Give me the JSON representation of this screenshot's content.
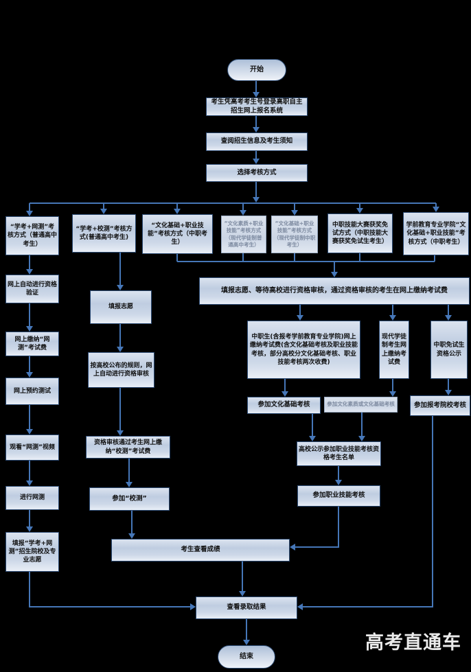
{
  "diagram_title": "高职自主招生网上报名流程图",
  "colors": {
    "background": "#000000",
    "node_fill_top": "#dbe3ef",
    "node_fill_mid": "#bfcde1",
    "node_border": "#2b4a73",
    "dim_text": "#7e8ba1",
    "arrow": "#4677b8",
    "watermark_text": "#ebebeb"
  },
  "watermark": "高考直通车",
  "nodes": {
    "start": "开始",
    "login": "考生凭高考考生号登录高职自主招生网上报名系统",
    "review_info": "查阅招生信息及考生须知",
    "choose_method": "选择考核方式",
    "b1": "“学考+网测”考核方式（普通高中考生）",
    "b2": "“学考+校测”考核方式(普通高中考生)",
    "b3": "“文化基础+职业技能”考核方式（中职考生）",
    "b4": "“文化素质+职业技能”考核方式（现代学徒制普通高中考生）",
    "b5": "“文化基础+职业技能”考核方式（现代学徒制中职考生）",
    "b6": "中职技能大赛获奖免试方式（中职技能大赛获奖免试生考生）",
    "b7": "学前教育专业学院“文化基础+职业技能”考核方式（中职考生）",
    "l1": "网上自动进行资格验证",
    "l2": "网上缴纳“网测”考试费",
    "l3": "网上预约测试",
    "l4": "观看“网测”视频",
    "l5": "进行网测",
    "l6": "填报“学考+网测”招生院校及专业志愿",
    "c1": "填报志愿",
    "c2": "按高校公布的规则，网上自动进行资格审核",
    "c3": "资格审核通过考生网上缴纳“校测”考试费",
    "c4": "参加“校测”",
    "wide": "填报志愿、等待高校进行资格审核，通过资格审核的考生在网上缴纳考试费",
    "m1": "中职生(含报考学前教育专业学院)网上缴纳考试费(含文化基础考核及职业技能考核，部分高校分文化基础考核、职业技能考核两次收费)",
    "m2": "现代学徒制考生网上缴纳考试费",
    "m3": "中职免试生资格公示",
    "r1": "参加文化基础考核",
    "r2": "参加文化素质或文化基础考核",
    "r3": "参加报考院校考核",
    "pub": "高校公示参加职业技能考核资格考生名单",
    "skill": "参加职业技能考核",
    "score": "考生查看成绩",
    "result": "查看录取结果",
    "end": "结束"
  },
  "edges": [
    [
      "start",
      "login"
    ],
    [
      "login",
      "review_info"
    ],
    [
      "review_info",
      "choose_method"
    ],
    [
      "choose_method",
      "b1"
    ],
    [
      "choose_method",
      "b2"
    ],
    [
      "choose_method",
      "b3"
    ],
    [
      "choose_method",
      "b4"
    ],
    [
      "choose_method",
      "b5"
    ],
    [
      "choose_method",
      "b6"
    ],
    [
      "choose_method",
      "b7"
    ],
    [
      "b1",
      "l1"
    ],
    [
      "l1",
      "l2"
    ],
    [
      "l2",
      "l3"
    ],
    [
      "l3",
      "l4"
    ],
    [
      "l4",
      "l5"
    ],
    [
      "l5",
      "l6"
    ],
    [
      "l6",
      "result"
    ],
    [
      "b2",
      "c1"
    ],
    [
      "c1",
      "c2"
    ],
    [
      "c2",
      "c3"
    ],
    [
      "c3",
      "c4"
    ],
    [
      "c4",
      "score"
    ],
    [
      "b3",
      "wide"
    ],
    [
      "b4",
      "wide"
    ],
    [
      "b5",
      "wide"
    ],
    [
      "b6",
      "wide"
    ],
    [
      "b7",
      "wide"
    ],
    [
      "wide",
      "m1"
    ],
    [
      "wide",
      "m2"
    ],
    [
      "wide",
      "m3"
    ],
    [
      "m1",
      "r1"
    ],
    [
      "m2",
      "r2"
    ],
    [
      "m3",
      "r3"
    ],
    [
      "r1",
      "pub"
    ],
    [
      "r2",
      "pub"
    ],
    [
      "pub",
      "skill"
    ],
    [
      "skill",
      "score"
    ],
    [
      "score",
      "result"
    ],
    [
      "r3",
      "result"
    ],
    [
      "result",
      "end"
    ]
  ]
}
